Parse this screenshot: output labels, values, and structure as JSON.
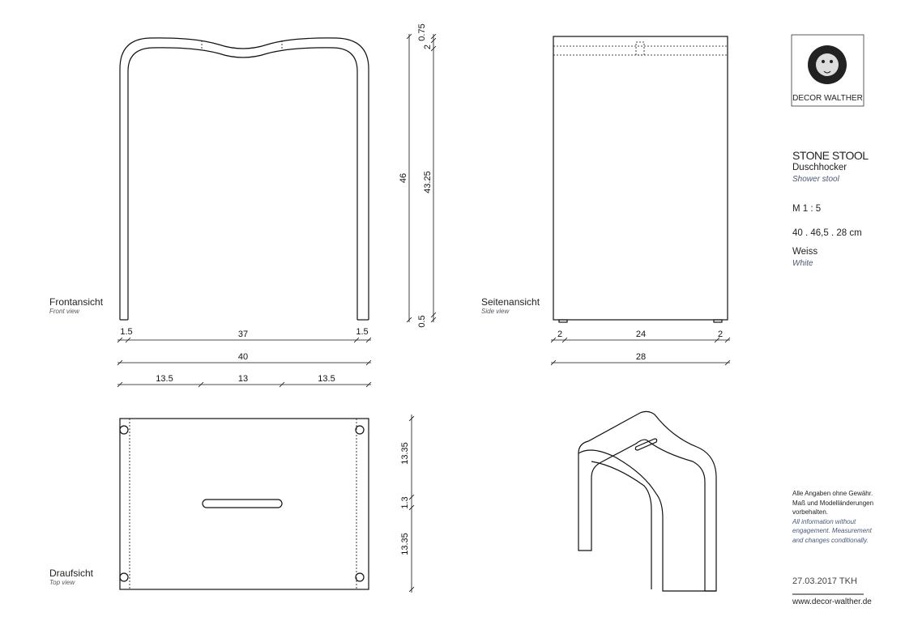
{
  "views": {
    "front": {
      "label": "Frontansicht",
      "sub": "Front view"
    },
    "side": {
      "label": "Seitenansicht",
      "sub": "Side view"
    },
    "top": {
      "label": "Draufsicht",
      "sub": "Top view"
    }
  },
  "dims": {
    "front_bottom": [
      "1.5",
      "37",
      "1.5"
    ],
    "front_total": "40",
    "front_thirds": [
      "13.5",
      "13",
      "13.5"
    ],
    "height_total": "46",
    "height_inner": "43.25",
    "top_075": "0.75",
    "top_2": "2",
    "bottom_05": "0.5",
    "side_bottom": [
      "2",
      "24",
      "2"
    ],
    "side_total": "28",
    "top_view": [
      "13.35",
      "1.3",
      "13.35"
    ]
  },
  "brand": {
    "logo_text": "DECOR WALTHER"
  },
  "product": {
    "name": "STONE STOOL",
    "de": "Duschhocker",
    "en": "Shower stool",
    "scale": "M 1 : 5",
    "size": "40 . 46,5 . 28 cm",
    "color_de": "Weiss",
    "color_en": "White"
  },
  "notes": {
    "de1": "Alle Angaben ohne Gewähr.",
    "de2": "Maß und Modelländerungen",
    "de3": "vorbehalten.",
    "en1": "All information without",
    "en2": "engagement. Measurement",
    "en3": "and changes conditionally."
  },
  "footer": {
    "date": "27.03.2017 TKH",
    "url": "www.decor-walther.de"
  }
}
